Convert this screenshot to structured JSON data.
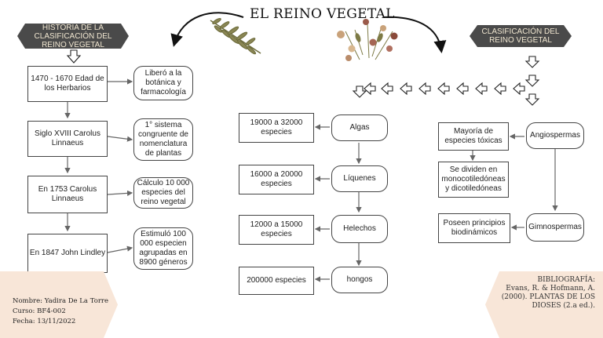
{
  "title": "EL REINO VEGETAL",
  "left_header": "HISTORIA DE LA CLASIFICACIÓN DEL REINO VEGETAL",
  "right_header": "CLASIFICACIÓN DEL REINO VEGETAL",
  "history": [
    {
      "event": "1470 - 1670 Edad de los Herbarios",
      "detail": "Liberó a la botánica y farmacología"
    },
    {
      "event": "Siglo XVIII Carolus Linnaeus",
      "detail": "1° sistema congruente de nomenclatura de plantas"
    },
    {
      "event": "En 1753 Carolus Linnaeus",
      "detail": "Cálculo 10 000 especies del reino vegetal"
    },
    {
      "event": "En 1847 John Lindley",
      "detail": "Estimuló 100 000 especien agrupadas en 8900 géneros"
    }
  ],
  "groups": [
    {
      "name": "Algas",
      "species": "19000 a 32000 especies"
    },
    {
      "name": "Líquenes",
      "species": "16000 a 20000 especies"
    },
    {
      "name": "Helechos",
      "species": "12000 a 15000 especies"
    },
    {
      "name": "hongos",
      "species": "200000 especies"
    }
  ],
  "angiospermas": {
    "name": "Angiospermas",
    "note1": "Mayoría de especies tóxicas",
    "note2": "Se dividen en monocotiledóneas y dicotiledóneas"
  },
  "gimnospermas": {
    "name": "Gimnospermas",
    "note": "Poseen principios biodinámicos"
  },
  "author": {
    "name": "Nombre: Yadira De La Torre",
    "course": "Curso: BF4-002",
    "date": "Fecha: 13/11/2022"
  },
  "bibliography": {
    "heading": "BIBLIOGRAFÍA:",
    "line1": "Evans, R. & Hofmann, A.",
    "line2": "(2000). PLANTAS DE LOS",
    "line3": "DIOSES (2.a ed.)."
  },
  "icons": [
    "fern-leaf-illustration",
    "flower-sprig-illustration",
    "outline-arrow-icon"
  ],
  "colors": {
    "header_bg": "#4a4a4a",
    "header_text": "#f0e6d0",
    "panel_bg": "#f8e6d8",
    "box_border": "#444444"
  }
}
